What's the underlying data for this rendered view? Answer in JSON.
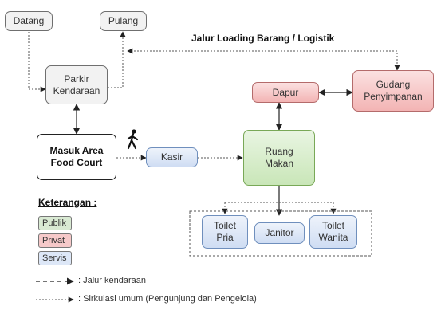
{
  "nodes": {
    "datang": "Datang",
    "pulang": "Pulang",
    "parkir": "Parkir\nKendaraan",
    "masuk": "Masuk Area\nFood Court",
    "kasir": "Kasir",
    "ruang_makan": "Ruang\nMakan",
    "dapur": "Dapur",
    "gudang": "Gudang\nPenyimpanan",
    "toilet_pria": "Toilet\nPria",
    "janitor": "Janitor",
    "toilet_wanita": "Toilet\nWanita"
  },
  "labels": {
    "loading": "Jalur Loading Barang / Logistik"
  },
  "legend": {
    "title": "Keterangan :",
    "publik": "Publik",
    "privat": "Privat",
    "servis": "Servis",
    "jalur_kendaraan": ": Jalur kendaraan",
    "sirkulasi": ": Sirkulasi umum (Pengunjung dan Pengelola)"
  },
  "colors": {
    "publik": "#d9ead3",
    "privat": "#f6c9c9",
    "servis": "#dde7f7"
  }
}
